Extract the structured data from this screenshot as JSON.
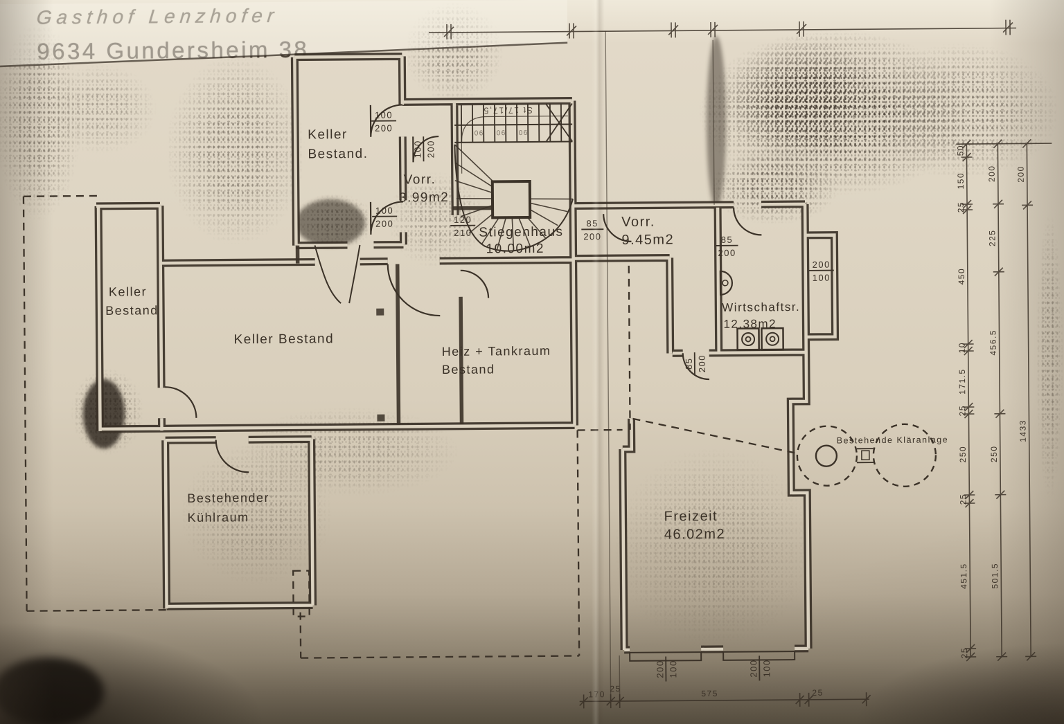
{
  "title": {
    "line1": "Gasthof Lenzhofer",
    "line2": "9634 Gundersheim 38"
  },
  "rooms": {
    "keller_top": {
      "l1": "Keller",
      "l2": "Bestand."
    },
    "vorr_small": {
      "l1": "Vorr.",
      "area": "3.99m2"
    },
    "stiegenhaus": {
      "l1": "Stiegenhaus",
      "area": "10.00m2"
    },
    "vorr_big": {
      "l1": "Vorr.",
      "area": "9.45m2"
    },
    "wirtschaft": {
      "l1": "Wirtschaftsr.",
      "area": "12.38m2"
    },
    "keller_left": {
      "l1": "Keller",
      "l2": "Bestand"
    },
    "keller_main": {
      "l1": "Keller Bestand"
    },
    "heiz": {
      "l1": "Heiz + Tankraum",
      "l2": "Bestand"
    },
    "kuehl": {
      "l1": "Bestehender",
      "l2": "Kühlraum"
    },
    "freizeit": {
      "l1": "Freizeit",
      "area": "46.02m2"
    },
    "klaer": {
      "l1": "Bestehende Kläranlage"
    }
  },
  "openings": {
    "d1": {
      "w": "100",
      "h": "200"
    },
    "d2": {
      "w": "100",
      "h": "200"
    },
    "d3": {
      "w": "100",
      "h": "200"
    },
    "d4": {
      "w": "120",
      "h": "210"
    },
    "d5": {
      "w": "85",
      "h": "200"
    },
    "d6": {
      "w": "85",
      "h": "200"
    },
    "d7": {
      "w": "85",
      "h": "200"
    },
    "w1": {
      "w": "200",
      "h": "100"
    },
    "w2": {
      "w": "200",
      "h": "100"
    },
    "w3": {
      "w": "200",
      "h": "100"
    }
  },
  "stairs": {
    "note": "St 17/17,5",
    "tread": "90"
  },
  "dims": {
    "right_inner": [
      "50",
      "150",
      "25",
      "450",
      "10",
      "171.5",
      "25",
      "250",
      "25",
      "451.5",
      "25"
    ],
    "right_middle": [
      "200",
      "225",
      "456.5",
      "250",
      "501.5"
    ],
    "right_outer": [
      "200",
      "1433"
    ],
    "bottom": [
      "170",
      "25",
      "575",
      "25"
    ]
  },
  "colors": {
    "ink": "#3a3127",
    "paper": "#ddd3c2"
  }
}
